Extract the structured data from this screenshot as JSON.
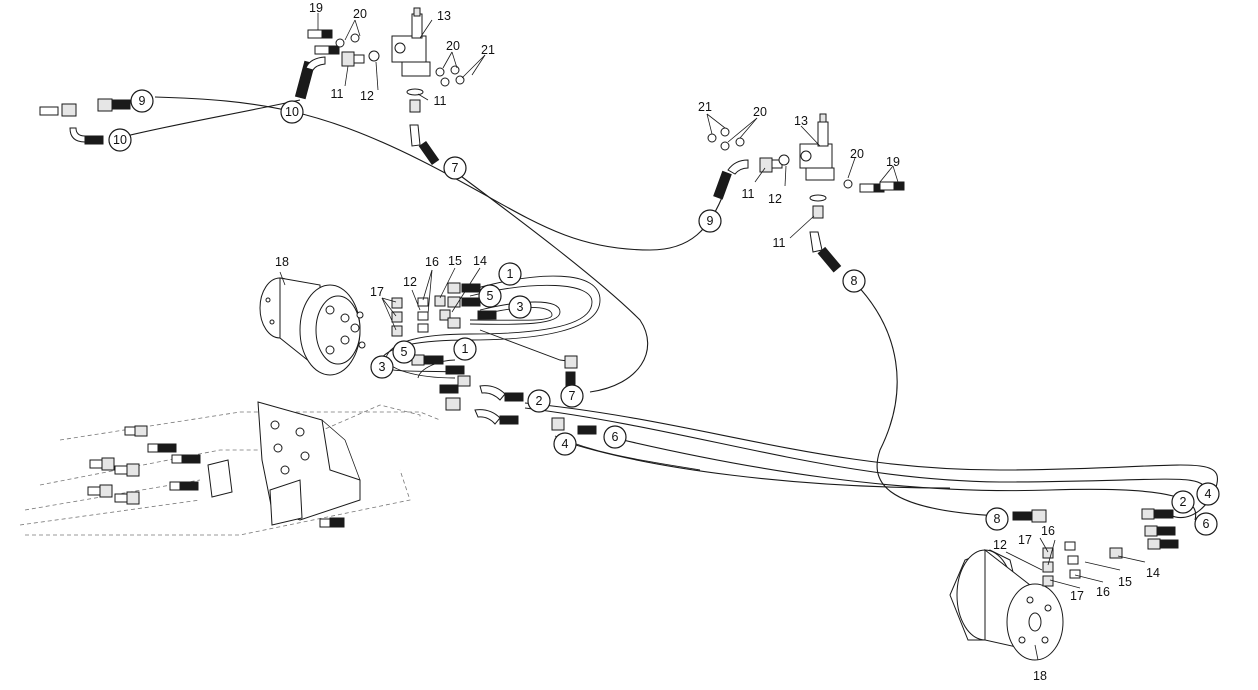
{
  "callouts": [
    {
      "id": "c9a",
      "text": "9",
      "kind": "circle"
    },
    {
      "id": "c10a",
      "text": "10",
      "kind": "circle"
    },
    {
      "id": "c10b",
      "text": "10",
      "kind": "circle"
    },
    {
      "id": "c7a",
      "text": "7",
      "kind": "circle"
    },
    {
      "id": "c9b",
      "text": "9",
      "kind": "circle"
    },
    {
      "id": "c8a",
      "text": "8",
      "kind": "circle"
    },
    {
      "id": "c1a",
      "text": "1",
      "kind": "circle"
    },
    {
      "id": "c5a",
      "text": "5",
      "kind": "circle"
    },
    {
      "id": "c3a",
      "text": "3",
      "kind": "circle"
    },
    {
      "id": "c5b",
      "text": "5",
      "kind": "circle"
    },
    {
      "id": "c1b",
      "text": "1",
      "kind": "circle"
    },
    {
      "id": "c3b",
      "text": "3",
      "kind": "circle"
    },
    {
      "id": "c7b",
      "text": "7",
      "kind": "circle"
    },
    {
      "id": "c2a",
      "text": "2",
      "kind": "circle"
    },
    {
      "id": "c4a",
      "text": "4",
      "kind": "circle"
    },
    {
      "id": "c6a",
      "text": "6",
      "kind": "circle"
    },
    {
      "id": "c2b",
      "text": "2",
      "kind": "circle"
    },
    {
      "id": "c4b",
      "text": "4",
      "kind": "circle"
    },
    {
      "id": "c6b",
      "text": "6",
      "kind": "circle"
    },
    {
      "id": "c8b",
      "text": "8",
      "kind": "circle"
    }
  ],
  "labels": [
    {
      "id": "l19a",
      "text": "19"
    },
    {
      "id": "l20a",
      "text": "20"
    },
    {
      "id": "l13a",
      "text": "13"
    },
    {
      "id": "l20b",
      "text": "20"
    },
    {
      "id": "l21a",
      "text": "21"
    },
    {
      "id": "l11a",
      "text": "11"
    },
    {
      "id": "l12a",
      "text": "12"
    },
    {
      "id": "l11b",
      "text": "11"
    },
    {
      "id": "l21b",
      "text": "21"
    },
    {
      "id": "l20c",
      "text": "20"
    },
    {
      "id": "l13b",
      "text": "13"
    },
    {
      "id": "l20d",
      "text": "20"
    },
    {
      "id": "l19b",
      "text": "19"
    },
    {
      "id": "l11c",
      "text": "11"
    },
    {
      "id": "l12b",
      "text": "12"
    },
    {
      "id": "l11d",
      "text": "11"
    },
    {
      "id": "l18a",
      "text": "18"
    },
    {
      "id": "l17a",
      "text": "17"
    },
    {
      "id": "l12c",
      "text": "12"
    },
    {
      "id": "l16a",
      "text": "16"
    },
    {
      "id": "l15a",
      "text": "15"
    },
    {
      "id": "l14a",
      "text": "14"
    },
    {
      "id": "l16b",
      "text": "16"
    },
    {
      "id": "l17b",
      "text": "17"
    },
    {
      "id": "l12d",
      "text": "12"
    },
    {
      "id": "l14b",
      "text": "14"
    },
    {
      "id": "l15b",
      "text": "15"
    },
    {
      "id": "l16c",
      "text": "16"
    },
    {
      "id": "l17c",
      "text": "17"
    },
    {
      "id": "l18b",
      "text": "18"
    }
  ]
}
